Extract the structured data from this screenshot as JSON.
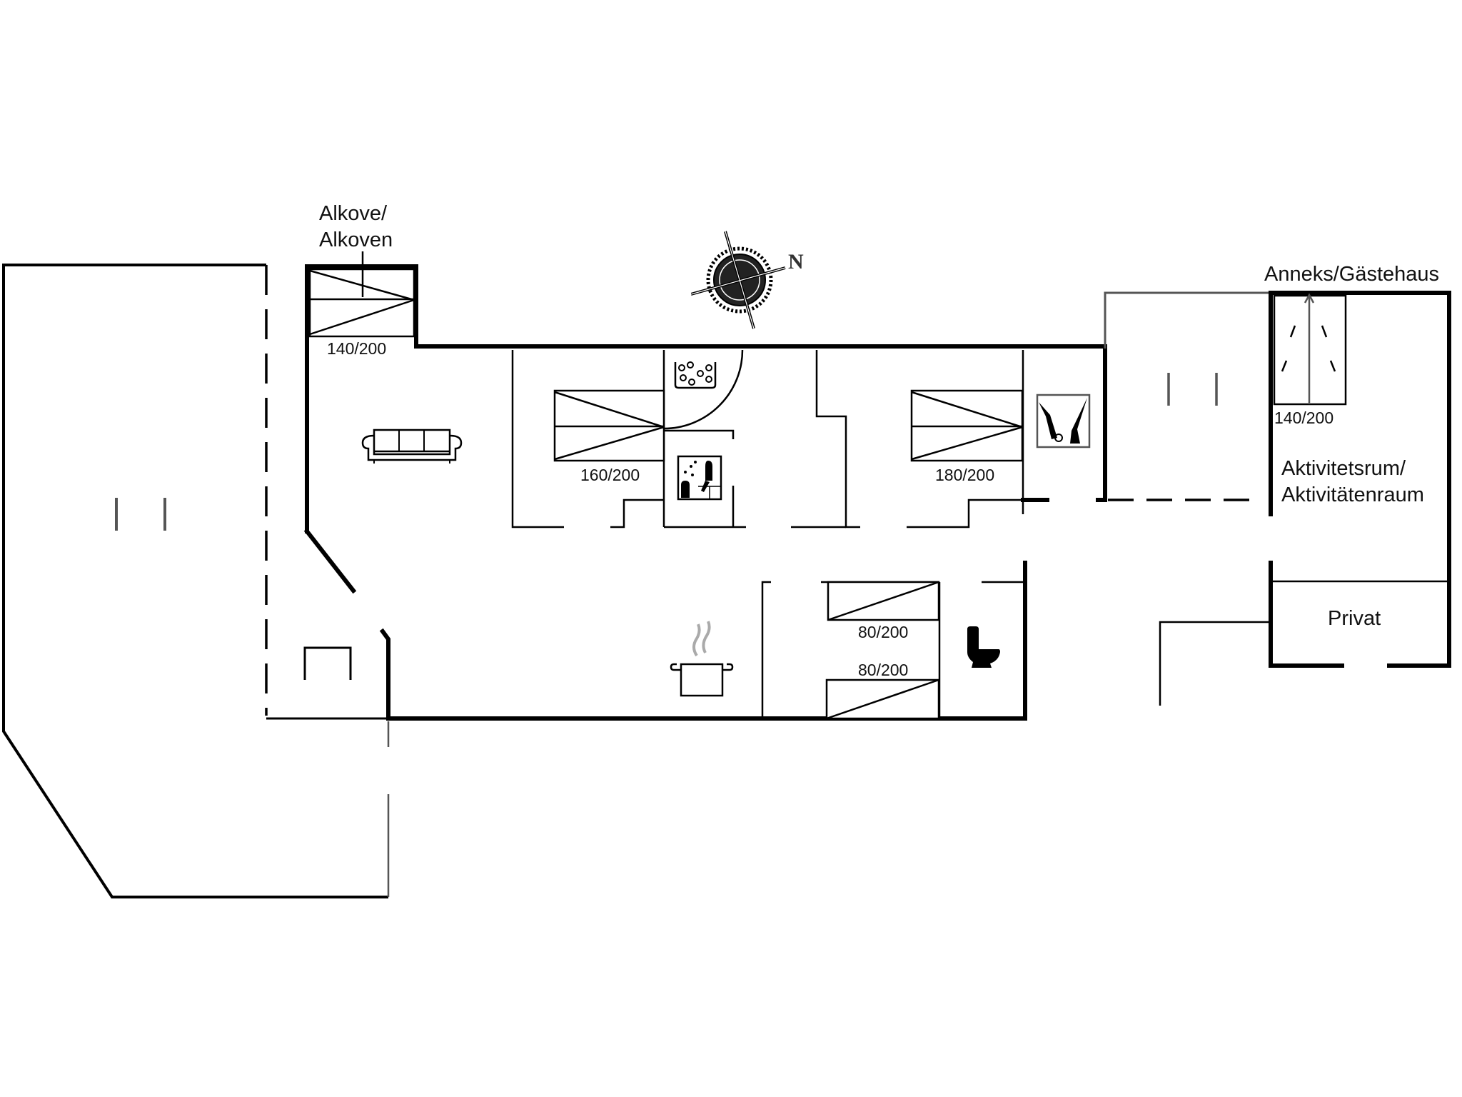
{
  "plan": {
    "type": "floor-plan",
    "compass": {
      "label": "N"
    },
    "rooms": [
      {
        "id": "alkove",
        "label_line1": "Alkove/",
        "label_line2": "Alkoven"
      },
      {
        "id": "annex",
        "label": "Anneks/Gästehaus"
      },
      {
        "id": "activity",
        "label_line1": "Aktivitetsrum/",
        "label_line2": "Aktivitätenraum"
      },
      {
        "id": "private",
        "label": "Privat"
      }
    ],
    "beds": [
      {
        "id": "bed-alkove",
        "size": "140/200"
      },
      {
        "id": "bed-bedroom1",
        "size": "160/200"
      },
      {
        "id": "bed-bedroom2",
        "size": "180/200"
      },
      {
        "id": "bed-bunk-upper",
        "size": "80/200"
      },
      {
        "id": "bed-bunk-lower",
        "size": "80/200"
      },
      {
        "id": "bed-annex",
        "size": "140/200"
      }
    ],
    "icons": [
      {
        "id": "sofa",
        "name": "sofa-icon"
      },
      {
        "id": "spa",
        "name": "hot-tub-icon"
      },
      {
        "id": "sauna",
        "name": "sauna-icon"
      },
      {
        "id": "utility",
        "name": "vacuum-cleaner-icon"
      },
      {
        "id": "kitchen",
        "name": "cooking-pot-icon"
      },
      {
        "id": "toilet",
        "name": "toilet-icon"
      },
      {
        "id": "stove",
        "name": "wood-stove-icon"
      }
    ]
  }
}
